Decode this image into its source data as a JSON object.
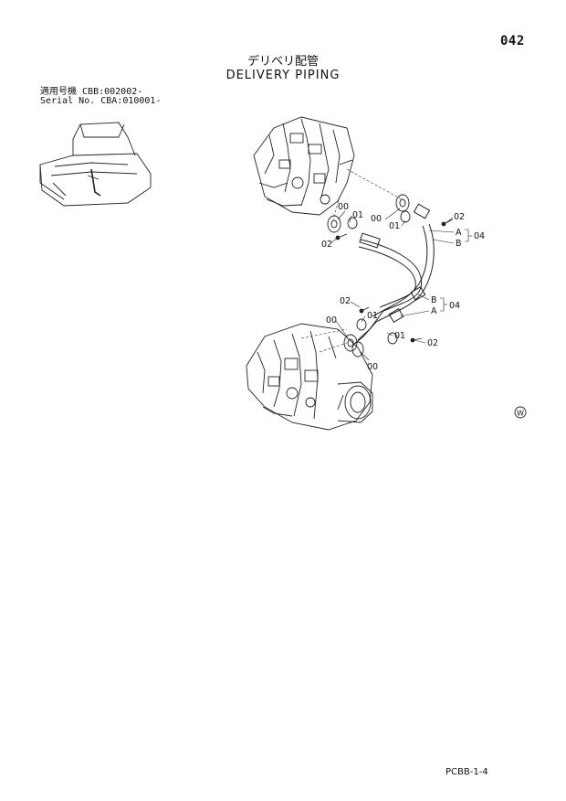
{
  "page_number": "042",
  "title_jp": "デリベリ配管",
  "title_en": "DELIVERY PIPING",
  "serial_info": {
    "line1_label": "適用号機",
    "line1_value": "CBB:002002-",
    "line2_label": "Serial No.",
    "line2_value": "CBA:010001-"
  },
  "part_labels": {
    "top_00": "00",
    "top_01": "01",
    "top_02_left": "02",
    "top_00_right": "00",
    "top_01_right": "01",
    "top_02_right": "02",
    "top_a": "A",
    "top_b": "B",
    "top_04": "04",
    "bot_02_left": "02",
    "bot_01": "01",
    "bot_00_left": "00",
    "bot_b": "B",
    "bot_a": "A",
    "bot_04": "04",
    "bot_01_right": "01",
    "bot_02_right": "02",
    "bot_00_bottom": "00"
  },
  "mark": "W",
  "footer_code": "PCBB-1-4"
}
